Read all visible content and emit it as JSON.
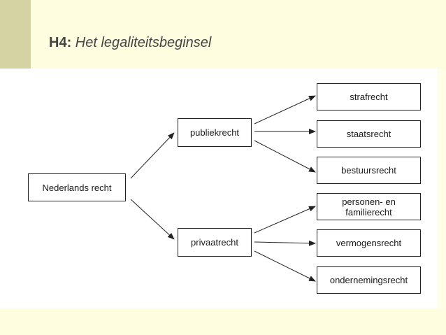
{
  "slide": {
    "title_prefix": "H4:",
    "title_text": "Het legaliteitsbeginsel",
    "colors": {
      "background": "#fffde6",
      "accent_bar": "#d5d3a3",
      "title_text": "#444444",
      "node_border": "#222222"
    }
  },
  "diagram": {
    "nodes": {
      "root": "Nederlands recht",
      "publiekrecht": "publiekrecht",
      "privaatrecht": "privaatrecht",
      "strafrecht": "strafrecht",
      "staatsrecht": "staatsrecht",
      "bestuursrecht": "bestuursrecht",
      "personen": "personen- en familierecht",
      "vermogensrecht": "vermogensrecht",
      "ondernemingsrecht": "ondernemingsrecht"
    }
  }
}
